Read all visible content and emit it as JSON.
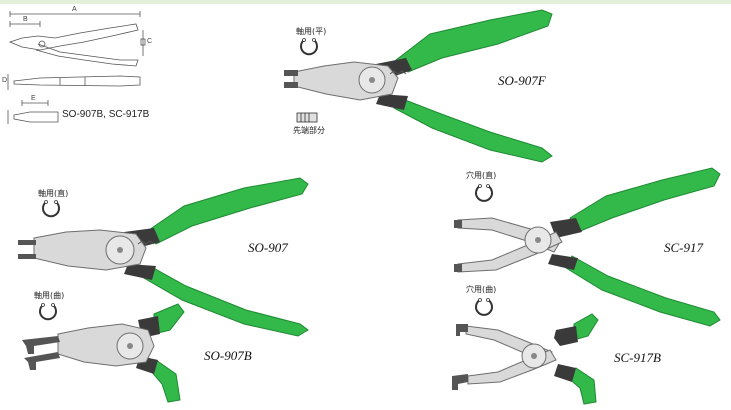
{
  "diagram": {
    "dimension_labels": [
      "A",
      "B",
      "C",
      "D",
      "E"
    ],
    "spec_label": "SO-907B, SC-917B"
  },
  "products": [
    {
      "model": "SO-907F",
      "caption": "軸用(平)"
    },
    {
      "model": "SO-907",
      "caption": "軸用(直)"
    },
    {
      "model": "SO-907B",
      "caption": "軸用(曲)"
    },
    {
      "model": "SC-917",
      "caption": "穴用(直)"
    },
    {
      "model": "SC-917B",
      "caption": "穴用(曲)"
    }
  ],
  "tip_caption": "先端部分",
  "colors": {
    "grip": "#33b84a",
    "grip_dark": "#1f8a33",
    "metal": "#d9d9d9",
    "metal_dark": "#6e6e6e",
    "accent_border": "#e2efd9"
  },
  "icons": [
    "snap-ring-shaft-icon",
    "snap-ring-hole-icon",
    "tip-detail-icon"
  ]
}
